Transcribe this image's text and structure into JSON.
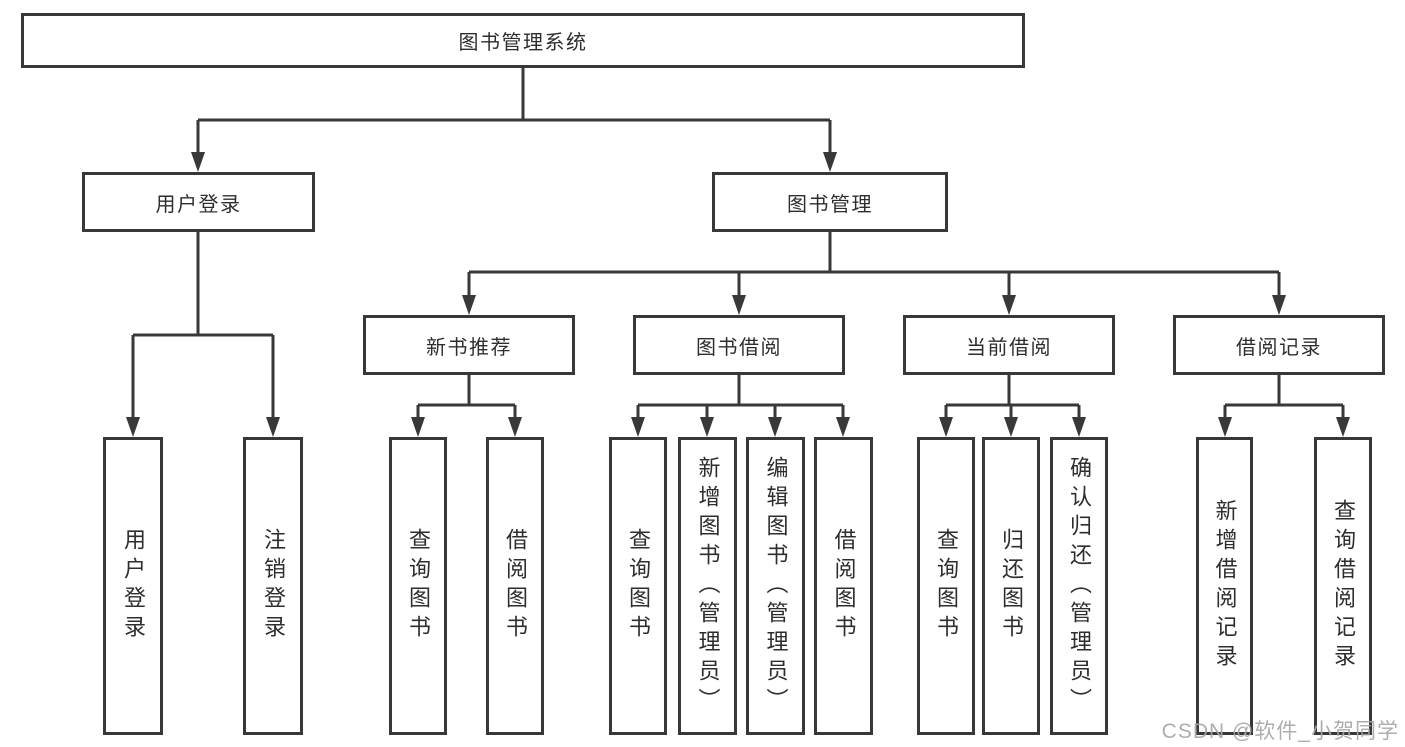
{
  "diagram": {
    "root": {
      "label": "图书管理系统"
    },
    "level2": [
      {
        "label": "用户登录"
      },
      {
        "label": "图书管理"
      }
    ],
    "level3": [
      {
        "label": "新书推荐"
      },
      {
        "label": "图书借阅"
      },
      {
        "label": "当前借阅"
      },
      {
        "label": "借阅记录"
      }
    ],
    "leaves": [
      {
        "label": "用户登录"
      },
      {
        "label": "注销登录"
      },
      {
        "label": "查询图书"
      },
      {
        "label": "借阅图书"
      },
      {
        "label": "查询图书"
      },
      {
        "label": "新增图书（管理员）"
      },
      {
        "label": "编辑图书（管理员）"
      },
      {
        "label": "借阅图书"
      },
      {
        "label": "查询图书"
      },
      {
        "label": "归还图书"
      },
      {
        "label": "确认归还（管理员）"
      },
      {
        "label": "新增借阅记录"
      },
      {
        "label": "查询借阅记录"
      }
    ]
  },
  "watermark": {
    "text": "CSDN @软件_小贺同学"
  },
  "colors": {
    "line": "#383838",
    "text": "#2e2e2e",
    "watermark": "#a6a6a6",
    "background": "#ffffff"
  }
}
